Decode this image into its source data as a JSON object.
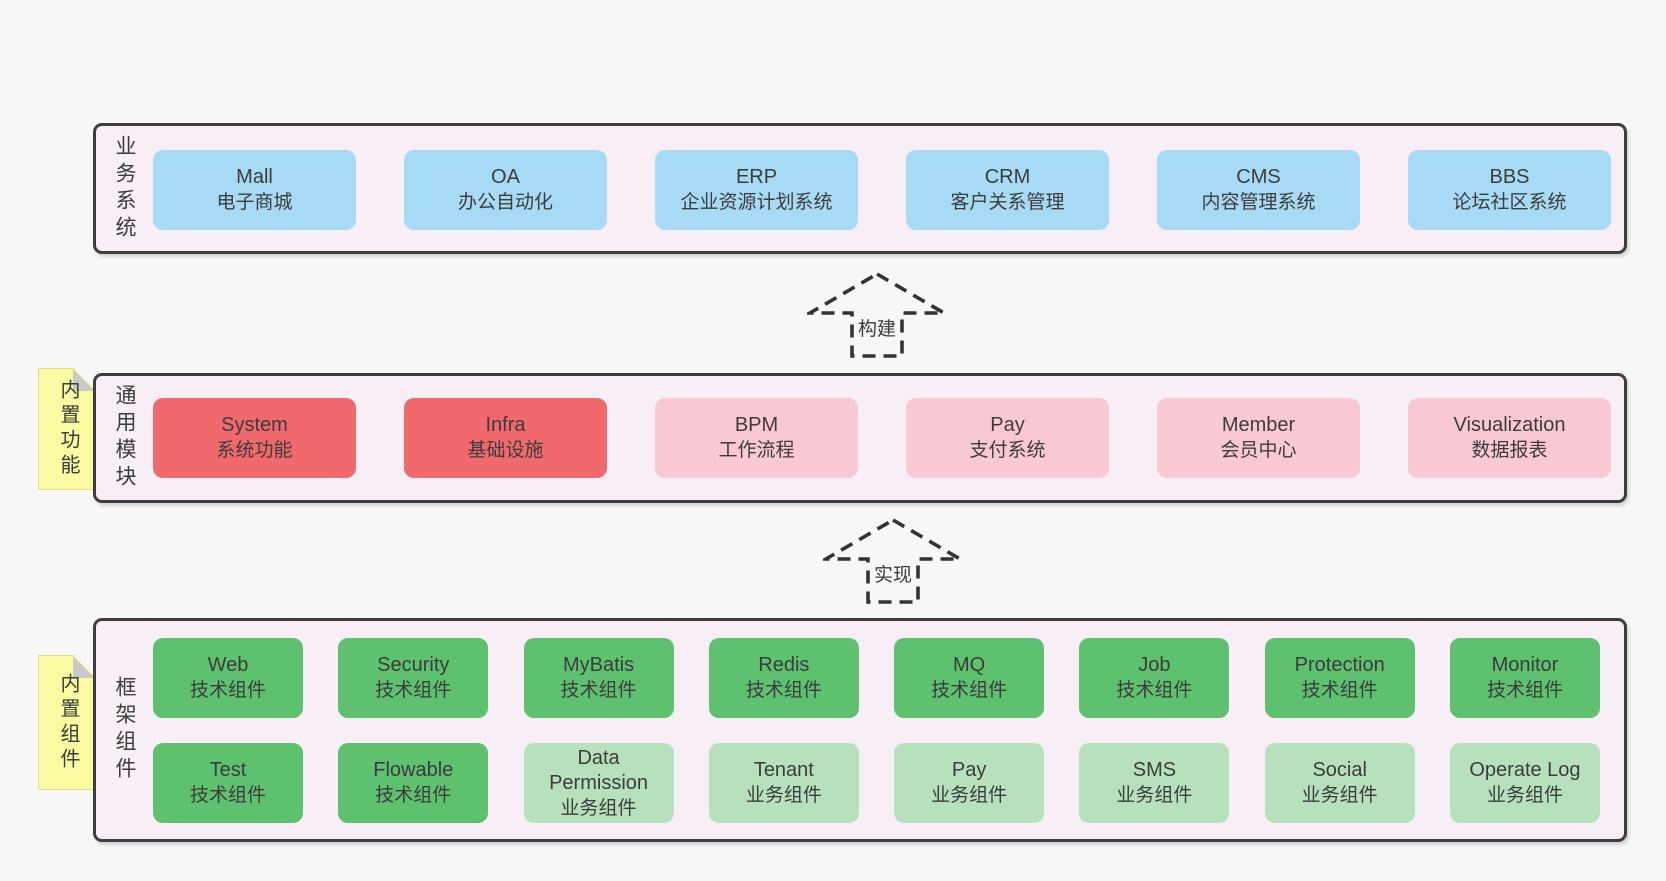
{
  "colors": {
    "page_bg": "#f7f7f7",
    "container_bg": "#f8eef6",
    "container_border": "#3d3d3d",
    "text": "#3c3c3c",
    "blue": "#a7dbf5",
    "red": "#f0696d",
    "pink": "#f9c9d3",
    "green_dark": "#5ec170",
    "green_light": "#b7e1bd",
    "note_bg": "#fafaa2",
    "note_border": "#e0e08c",
    "note_fold": "#c9c9c9",
    "arrow": "#333333"
  },
  "layers": [
    {
      "name": "business-systems",
      "label": "业务系统",
      "rows": [
        [
          {
            "title": "Mall",
            "subtitle": "电子商城",
            "variant": "blue"
          },
          {
            "title": "OA",
            "subtitle": "办公自动化",
            "variant": "blue"
          },
          {
            "title": "ERP",
            "subtitle": "企业资源计划系统",
            "variant": "blue"
          },
          {
            "title": "CRM",
            "subtitle": "客户关系管理",
            "variant": "blue"
          },
          {
            "title": "CMS",
            "subtitle": "内容管理系统",
            "variant": "blue"
          },
          {
            "title": "BBS",
            "subtitle": "论坛社区系统",
            "variant": "blue"
          }
        ]
      ]
    },
    {
      "name": "common-modules",
      "label": "通用模块",
      "note": "内置功能",
      "rows": [
        [
          {
            "title": "System",
            "subtitle": "系统功能",
            "variant": "red"
          },
          {
            "title": "Infra",
            "subtitle": "基础设施",
            "variant": "red"
          },
          {
            "title": "BPM",
            "subtitle": "工作流程",
            "variant": "pink"
          },
          {
            "title": "Pay",
            "subtitle": "支付系统",
            "variant": "pink"
          },
          {
            "title": "Member",
            "subtitle": "会员中心",
            "variant": "pink"
          },
          {
            "title": "Visualization",
            "subtitle": "数据报表",
            "variant": "pink"
          }
        ]
      ]
    },
    {
      "name": "framework-components",
      "label": "框架组件",
      "note": "内置组件",
      "rows": [
        [
          {
            "title": "Web",
            "subtitle": "技术组件",
            "variant": "green_dark"
          },
          {
            "title": "Security",
            "subtitle": "技术组件",
            "variant": "green_dark"
          },
          {
            "title": "MyBatis",
            "subtitle": "技术组件",
            "variant": "green_dark"
          },
          {
            "title": "Redis",
            "subtitle": "技术组件",
            "variant": "green_dark"
          },
          {
            "title": "MQ",
            "subtitle": "技术组件",
            "variant": "green_dark"
          },
          {
            "title": "Job",
            "subtitle": "技术组件",
            "variant": "green_dark"
          },
          {
            "title": "Protection",
            "subtitle": "技术组件",
            "variant": "green_dark"
          },
          {
            "title": "Monitor",
            "subtitle": "技术组件",
            "variant": "green_dark"
          }
        ],
        [
          {
            "title": "Test",
            "subtitle": "技术组件",
            "variant": "green_dark"
          },
          {
            "title": "Flowable",
            "subtitle": "技术组件",
            "variant": "green_dark"
          },
          {
            "title": "Data Permission",
            "subtitle": "业务组件",
            "variant": "green_light"
          },
          {
            "title": "Tenant",
            "subtitle": "业务组件",
            "variant": "green_light"
          },
          {
            "title": "Pay",
            "subtitle": "业务组件",
            "variant": "green_light"
          },
          {
            "title": "SMS",
            "subtitle": "业务组件",
            "variant": "green_light"
          },
          {
            "title": "Social",
            "subtitle": "业务组件",
            "variant": "green_light"
          },
          {
            "title": "Operate Log",
            "subtitle": "业务组件",
            "variant": "green_light"
          }
        ]
      ]
    }
  ],
  "arrows": [
    {
      "label": "构建"
    },
    {
      "label": "实现"
    }
  ]
}
